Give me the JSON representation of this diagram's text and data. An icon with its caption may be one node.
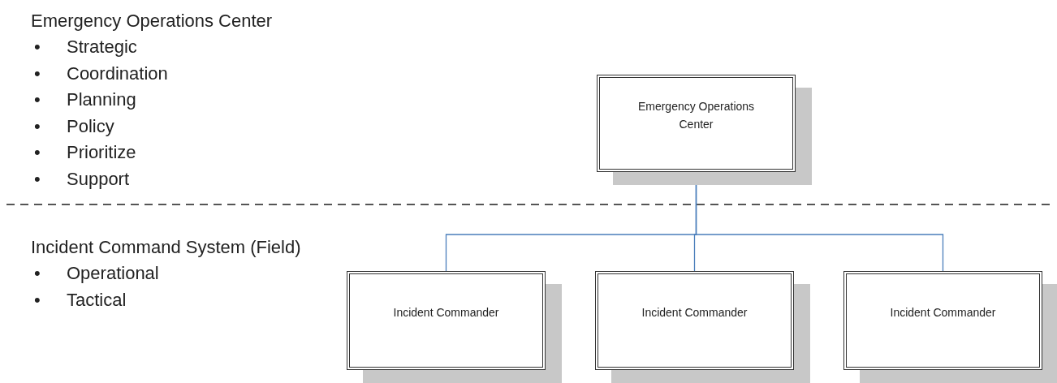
{
  "diagram": {
    "nodes": [
      {
        "text": [
          "Emergency Operations Center"
        ]
      },
      {
        "text": [
          "Incident Commander"
        ]
      },
      {
        "text": [
          "Incident Commander"
        ]
      },
      {
        "text": [
          "Incident Commander"
        ]
      }
    ],
    "edges": [
      {
        "from": 0,
        "to": 1,
        "arrow": "none",
        "color": "#4a7ebb"
      },
      {
        "from": 0,
        "to": 2,
        "arrow": "none",
        "color": "#4a7ebb"
      },
      {
        "from": 0,
        "to": 3,
        "arrow": "none",
        "color": "#4a7ebb"
      }
    ],
    "labels": [
      "Emergency Operations Center",
      "•",
      "Strategic",
      "•",
      "Coordination",
      "•",
      "Planning",
      "•",
      "Policy",
      "•",
      "Prioritize",
      "•",
      "Support",
      "Incident Command System (Field)",
      "•",
      "Operational",
      "•",
      "Tactical"
    ]
  }
}
